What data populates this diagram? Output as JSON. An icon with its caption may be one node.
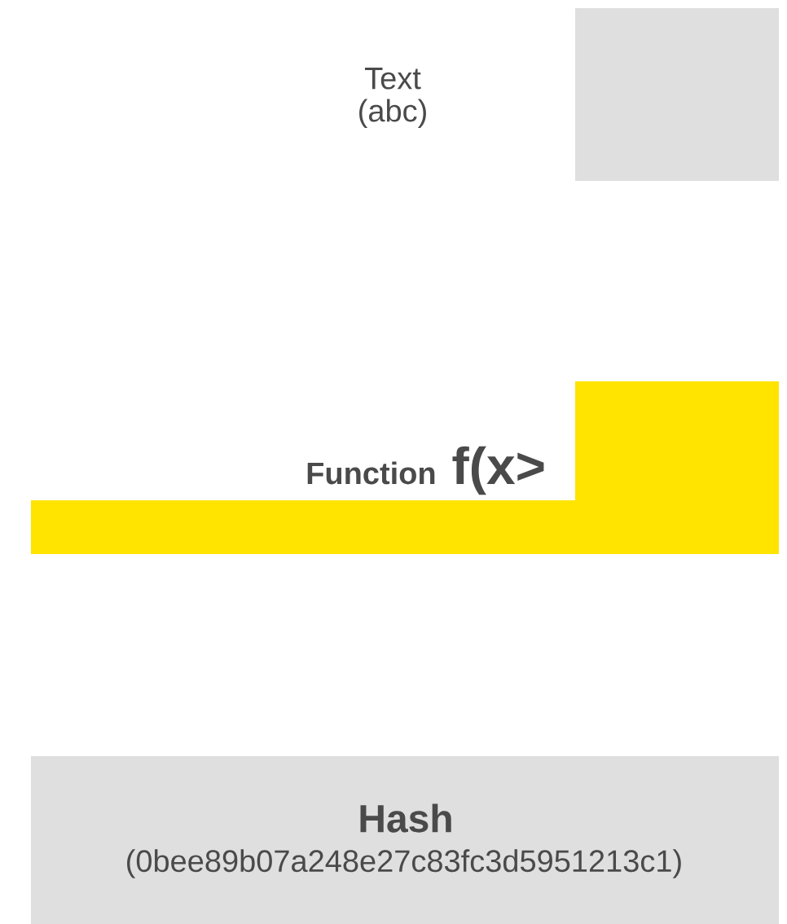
{
  "diagram": {
    "nodes": [
      {
        "text": [
          "Text (abc)"
        ]
      },
      {
        "text": [],
        "shape": "box"
      },
      {
        "text": [
          "Function",
          "f(x>"
        ]
      },
      {
        "text": [
          "Hash",
          "(0bee89b07a248e27c83fc3d5951213c1)"
        ]
      }
    ]
  }
}
